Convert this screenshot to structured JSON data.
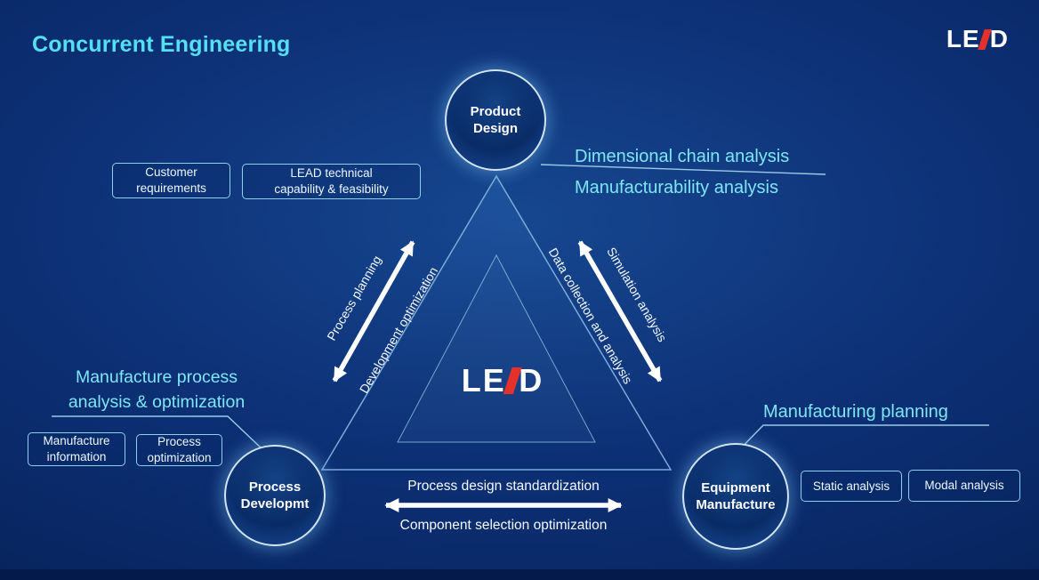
{
  "title": "Concurrent Engineering",
  "logo": {
    "left": "LE",
    "right": "D"
  },
  "center_logo": {
    "left": "LE",
    "right": "D"
  },
  "colors": {
    "background": "#0d3076",
    "accent_cyan": "#7ee6f6",
    "title_cyan": "#54e0f2",
    "arrow_white": "#ffffff",
    "box_border": "#8fd0ec",
    "logo_red": "#e5312b",
    "bottom_bar": "#031a4a"
  },
  "nodes": {
    "product_design": {
      "line1": "Product",
      "line2": "Design"
    },
    "process_development": {
      "line1": "Process",
      "line2": "Developmt"
    },
    "equipment_manufacture": {
      "line1": "Equipment",
      "line2": "Manufacture"
    }
  },
  "edge_labels": {
    "left_outer": "Process planning",
    "left_inner": "Development optimization",
    "right_outer": "Simulation analysis",
    "right_inner": "Data collection and analysis",
    "bottom_top": "Process design standardization",
    "bottom_bottom": "Component selection optimization"
  },
  "annotations": {
    "product_line1": "Dimensional chain analysis",
    "product_line2": "Manufacturability analysis",
    "process_line1": "Manufacture process",
    "process_line2": "analysis & optimization",
    "equipment": "Manufacturing planning"
  },
  "boxes": {
    "customer_requirements": "Customer\nrequirements",
    "lead_capability": "LEAD technical\ncapability & feasibility",
    "manufacture_information": "Manufacture\ninformation",
    "process_optimization": "Process\noptimization",
    "static_analysis": "Static analysis",
    "modal_analysis": "Modal analysis"
  }
}
